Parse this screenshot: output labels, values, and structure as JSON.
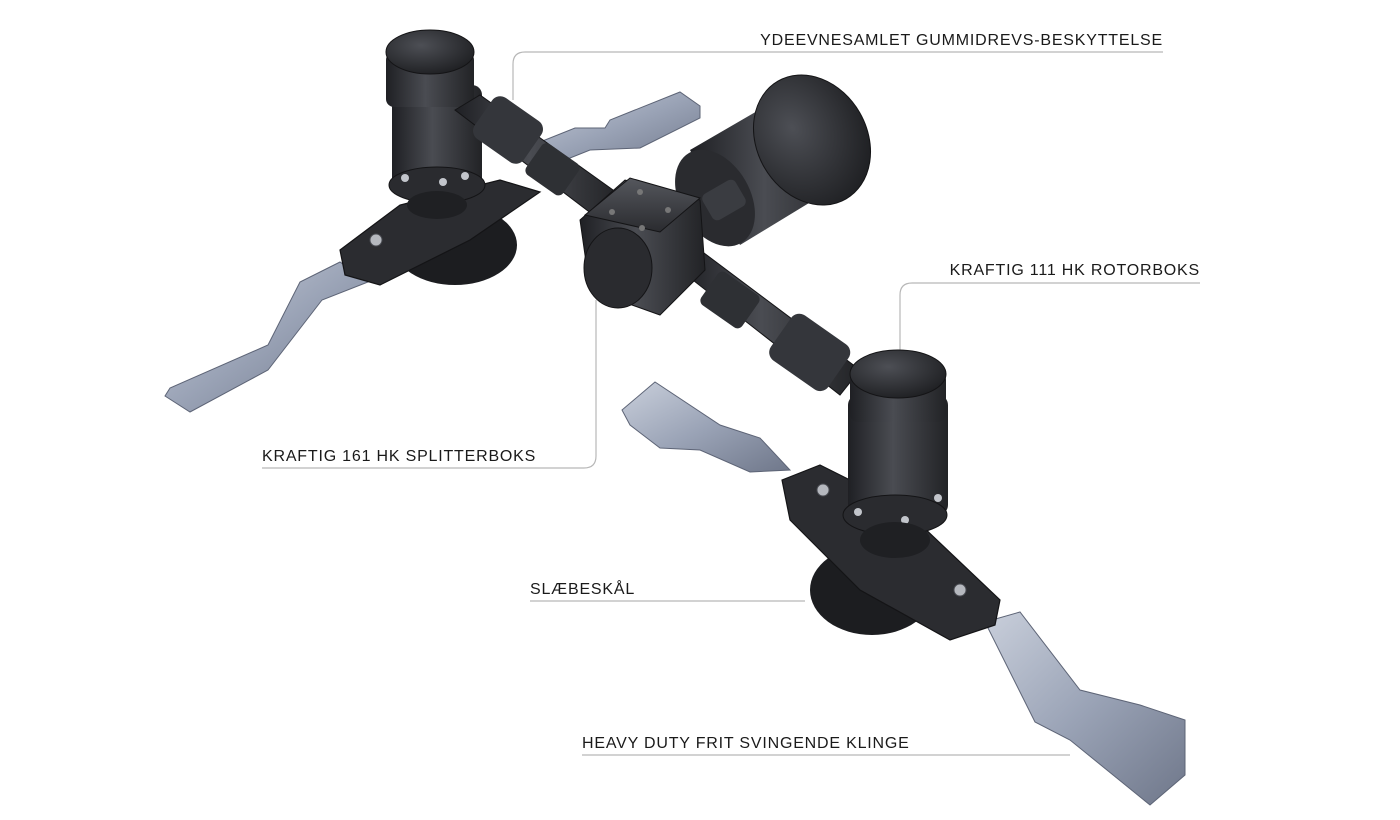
{
  "callouts": {
    "rubber_drive_protection": "YDEEVNESAMLET GUMMIDREVS-BESKYTTELSE",
    "rotor_box": "KRAFTIG 111 HK ROTORBOKS",
    "splitter_box": "KRAFTIG 161 HK SPLITTERBOKS",
    "skid_plate": "SLÆBESKÅL",
    "blade": "HEAVY DUTY FRIT SVINGENDE KLINGE"
  },
  "colors": {
    "background": "#ffffff",
    "metal_dark": "#2e2f33",
    "metal_mid": "#45474c",
    "blade_steel": "#9aa3b6",
    "leader_line": "#b8b8b8",
    "text": "#1a1a1a"
  }
}
